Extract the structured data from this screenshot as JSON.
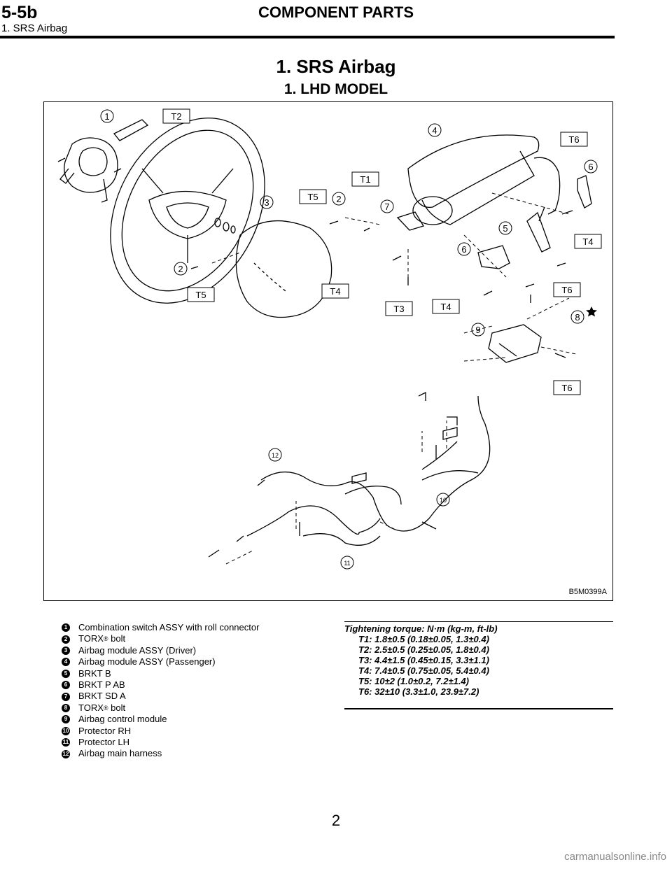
{
  "header": {
    "section_code": "5-5b",
    "section_title": "COMPONENT PARTS",
    "subsection": "1. SRS Airbag"
  },
  "titles": {
    "main": "1. SRS Airbag",
    "sub": "1. LHD MODEL"
  },
  "figure": {
    "code": "B5M0399A",
    "callouts": [
      "1",
      "2",
      "2",
      "3",
      "4",
      "5",
      "6",
      "6",
      "7",
      "8",
      "9",
      "10",
      "11",
      "12"
    ],
    "torque_tags": [
      "T2",
      "T5",
      "T1",
      "T6",
      "T4",
      "T5",
      "T4",
      "T3",
      "T4",
      "T6",
      "T6"
    ]
  },
  "legend": [
    {
      "num": "1",
      "text": "Combination switch ASSY with roll connector"
    },
    {
      "num": "2",
      "text": "TORX",
      "sup": "®",
      "suffix": " bolt"
    },
    {
      "num": "3",
      "text": "Airbag module ASSY (Driver)"
    },
    {
      "num": "4",
      "text": "Airbag module ASSY (Passenger)"
    },
    {
      "num": "5",
      "text": "BRKT B"
    },
    {
      "num": "6",
      "text": "BRKT P AB"
    },
    {
      "num": "7",
      "text": "BRKT SD A"
    },
    {
      "num": "8",
      "text": "TORX",
      "sup": "®",
      "suffix": " bolt"
    },
    {
      "num": "9",
      "text": "Airbag control module"
    },
    {
      "num": "10",
      "text": "Protector RH"
    },
    {
      "num": "11",
      "text": "Protector LH"
    },
    {
      "num": "12",
      "text": "Airbag main harness"
    }
  ],
  "torque": {
    "heading": "Tightening torque: N·m (kg-m, ft-lb)",
    "lines": [
      "T1: 1.8±0.5 (0.18±0.05, 1.3±0.4)",
      "T2: 2.5±0.5 (0.25±0.05, 1.8±0.4)",
      "T3: 4.4±1.5 (0.45±0.15, 3.3±1.1)",
      "T4: 7.4±0.5 (0.75±0.05, 5.4±0.4)",
      "T5: 10±2 (1.0±0.2, 7.2±1.4)",
      "T6: 32±10 (3.3±1.0, 23.9±7.2)"
    ]
  },
  "page_number": "2",
  "watermark": "carmanualsonline.info"
}
